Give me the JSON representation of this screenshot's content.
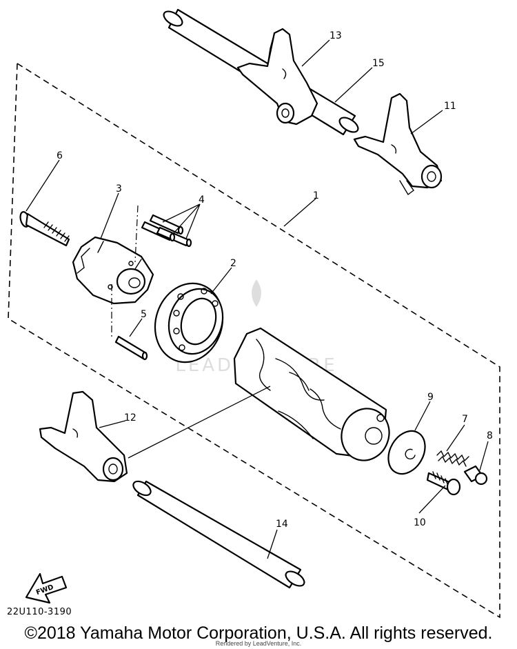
{
  "diagram": {
    "reference_code": "22U110-3190",
    "copyright": "©2018 Yamaha Motor Corporation, U.S.A. All rights reserved.",
    "rendered_by": "Rendered by LeadVenture, Inc.",
    "fwd_label": "FWD",
    "watermark_text": "LEADVENTURE",
    "callouts": {
      "c1": "1",
      "c2": "2",
      "c3": "3",
      "c4": "4",
      "c5": "5",
      "c6": "6",
      "c7": "7",
      "c8": "8",
      "c9": "9",
      "c10": "10",
      "c11": "11",
      "c12": "12",
      "c13": "13",
      "c14": "14",
      "c15": "15"
    }
  }
}
